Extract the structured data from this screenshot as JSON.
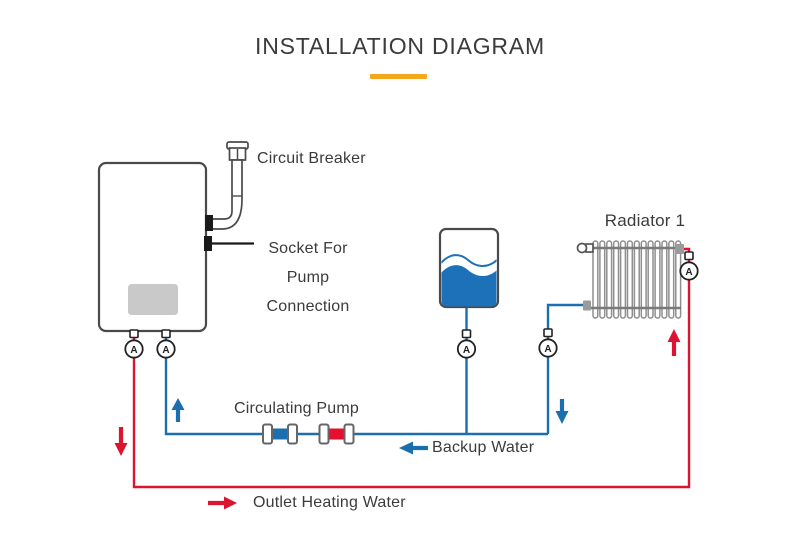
{
  "title": {
    "text": "INSTALLATION DIAGRAM"
  },
  "colors": {
    "pipe-blue": "#1b6fae",
    "pipe-red": "#dd1430",
    "accent": "#f6a61d",
    "outline": "#4a4a4a",
    "rad-gray": "#8f8f8f",
    "text": "#3b3b3b",
    "display-gray": "#c9c9c9",
    "water": "#1d71b8",
    "black": "#1a1a1a"
  },
  "labels": {
    "circuit_breaker": "Circuit Breaker",
    "socket": "Socket For\nPump\nConnection",
    "radiator": "Radiator 1",
    "circulating_pump": "Circulating Pump",
    "backup_water": "Backup Water",
    "outlet_heating_water": "Outlet Heating Water"
  },
  "components": {
    "boiler": "wall-hung water heater with display panel and two bottom valves",
    "circuit_breaker": "power plug pipe on top of heater",
    "socket": "socket for pump connection on heater side",
    "tank": "backup water tank, partially filled",
    "radiator_fin_count": 13,
    "valve_count": 5,
    "pumps": [
      "circulating pump blue",
      "circulating pump red"
    ]
  },
  "flow_arrows": [
    {
      "name": "heater-return-up",
      "color": "blue",
      "direction": "up"
    },
    {
      "name": "radiator-return-down",
      "color": "blue",
      "direction": "down"
    },
    {
      "name": "backup-water-left",
      "color": "blue",
      "direction": "left"
    },
    {
      "name": "outlet-down",
      "color": "red",
      "direction": "down"
    },
    {
      "name": "radiator-supply-up",
      "color": "red",
      "direction": "up"
    },
    {
      "name": "outlet-right",
      "color": "red",
      "direction": "right"
    }
  ]
}
